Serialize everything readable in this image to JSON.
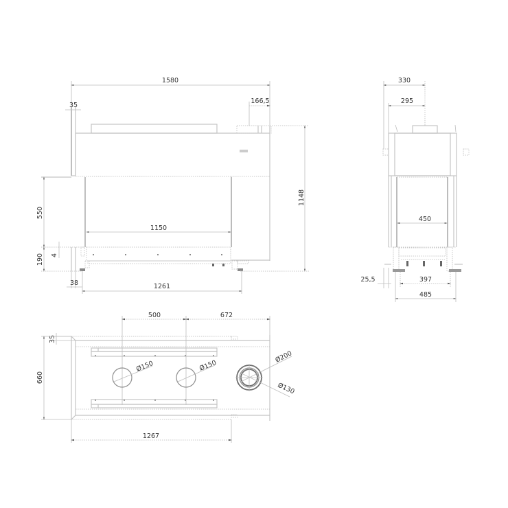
{
  "drawing": {
    "colors": {
      "line": "#c4c4c4",
      "dim_line": "#bdbdbd",
      "text": "#333333",
      "background": "#ffffff"
    },
    "front_view": {
      "overall_width": "1580",
      "side_offset": "35",
      "flue_offset": "166,5",
      "total_height": "1148",
      "glass_height": "550",
      "base_height": "190",
      "gap": "4",
      "opening_width": "1150",
      "leg_offset": "38",
      "leg_span": "1261"
    },
    "side_view": {
      "top_depth": "330",
      "flue_center": "295",
      "opening_depth": "450",
      "leg_offset": "25,5",
      "leg_inner": "397",
      "leg_outer": "485"
    },
    "top_view": {
      "spacing_1": "500",
      "spacing_2": "672",
      "front_offset": "35",
      "depth": "660",
      "length": "1267",
      "hole_1_diameter": "Ø150",
      "hole_2_diameter": "Ø150",
      "flue_outer_diameter": "Ø200",
      "flue_inner_diameter": "Ø130"
    }
  }
}
